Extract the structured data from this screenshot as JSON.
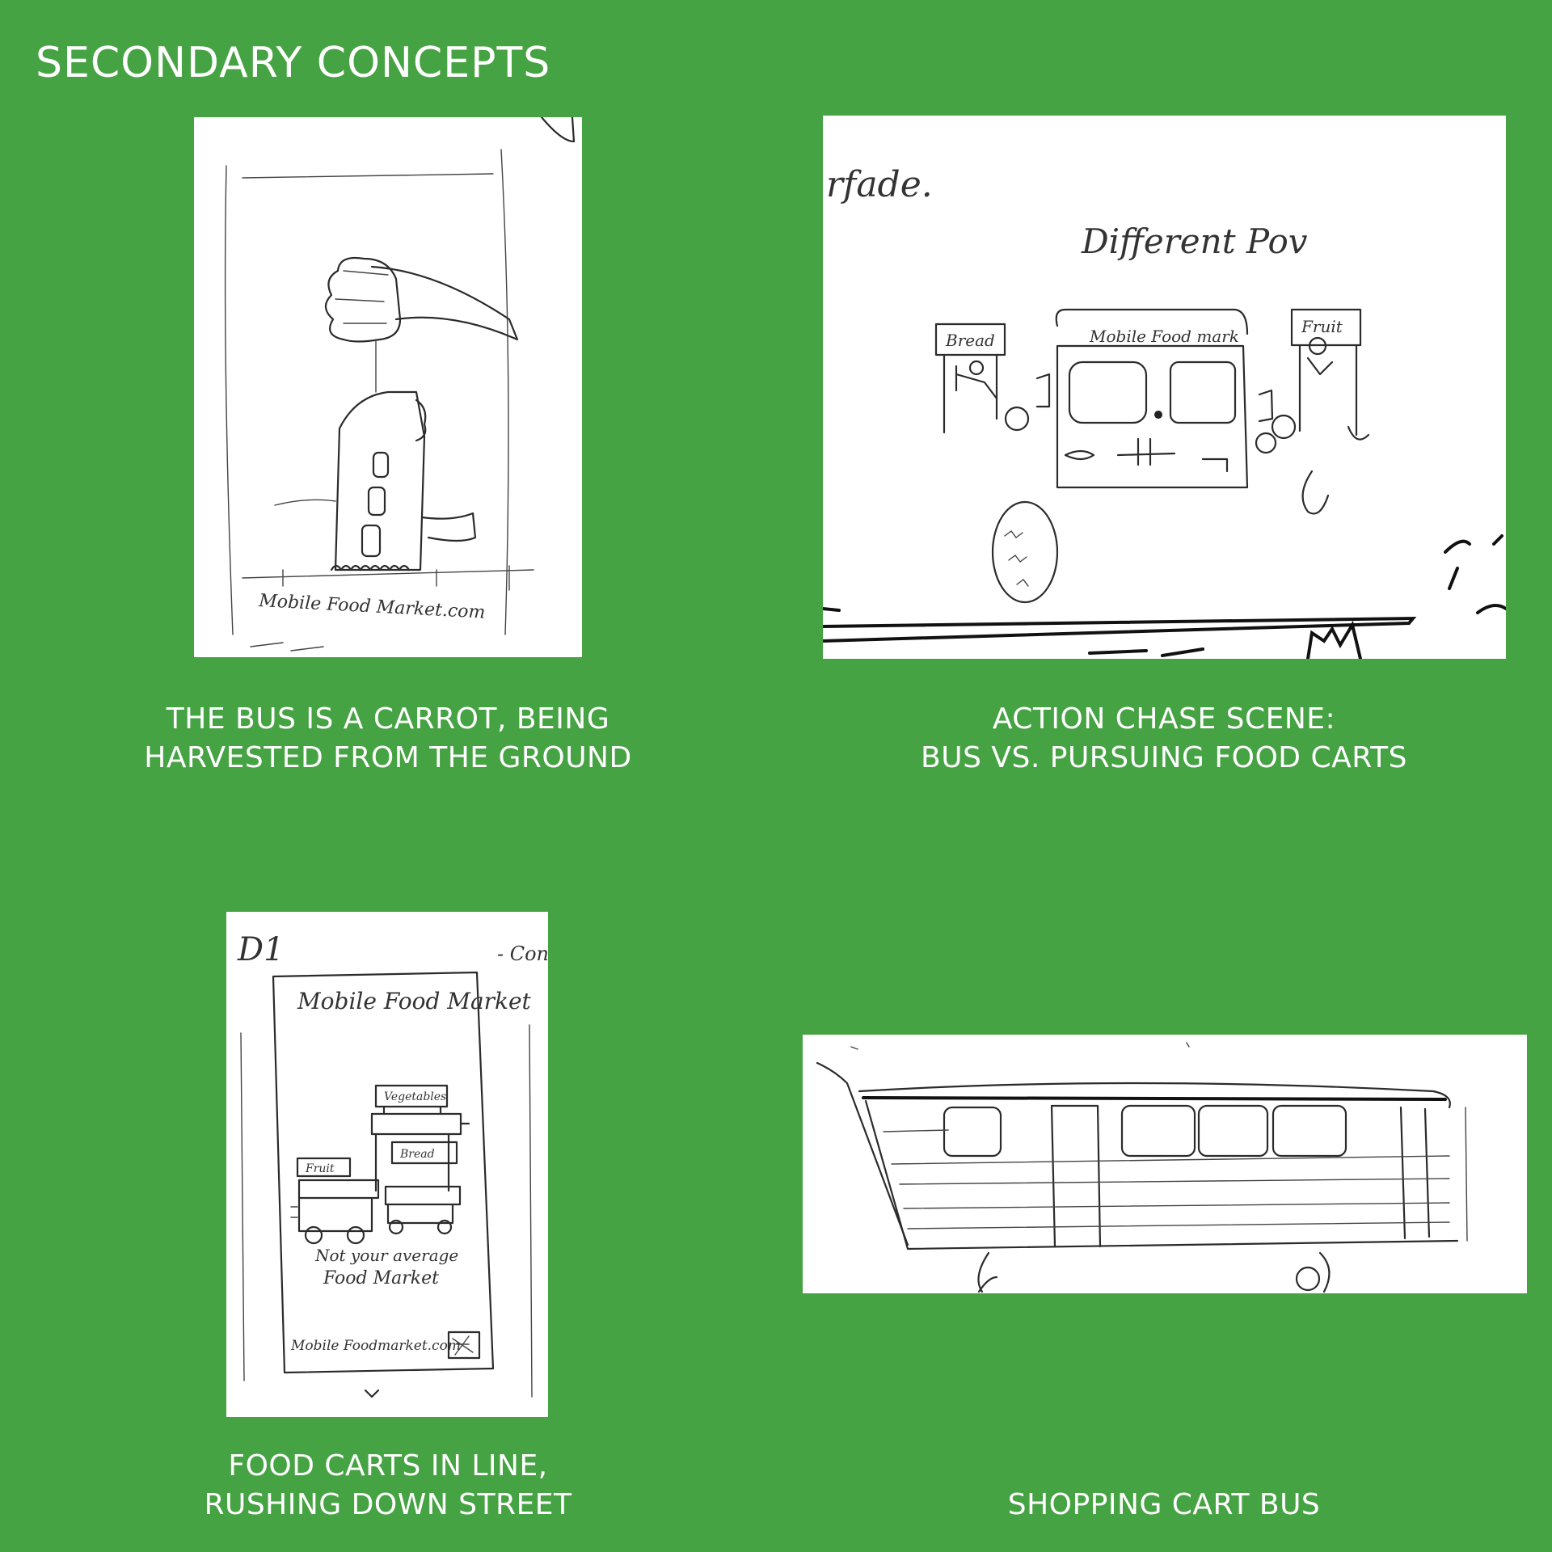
{
  "page": {
    "title": "SECONDARY CONCEPTS"
  },
  "concepts": [
    {
      "caption_lines": [
        "THE BUS IS A CARROT, BEING",
        "HARVESTED FROM THE GROUND"
      ],
      "sketch_text": {
        "footer": "Mobile Food Market.com"
      }
    },
    {
      "caption_lines": [
        "ACTION CHASE SCENE:",
        "BUS VS. PURSUING FOOD CARTS"
      ],
      "sketch_text": {
        "top_left": "rfade.",
        "heading": "Different Pov",
        "bus_sign": "Mobile Food mark",
        "cart_left": "Bread",
        "cart_right": "Fruit"
      }
    },
    {
      "caption_lines": [
        "FOOD CARTS IN LINE,",
        "RUSHING DOWN STREET"
      ],
      "sketch_text": {
        "corner": "D1",
        "corner_right": "- Con",
        "header": "Mobile Food Market",
        "cart_top": "Vegetables",
        "cart_mid": "Bread",
        "cart_left": "Fruit",
        "tagline_1": "Not your average",
        "tagline_2": "Food Market",
        "footer": "Mobile Foodmarket.com"
      }
    },
    {
      "caption_lines": [
        "SHOPPING CART BUS"
      ]
    }
  ]
}
